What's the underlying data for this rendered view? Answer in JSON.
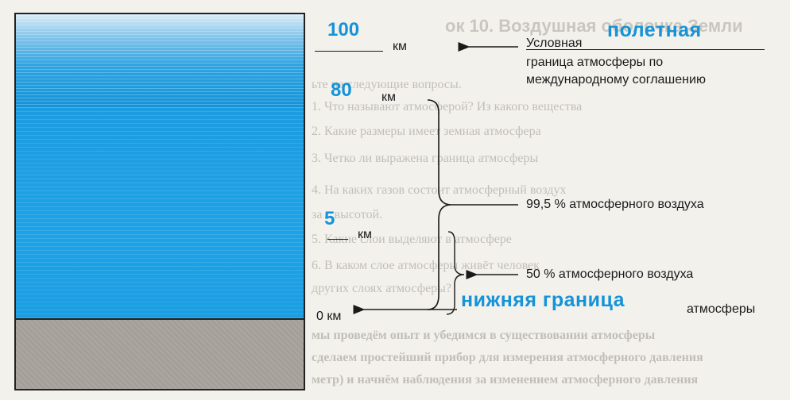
{
  "background_page": {
    "title": "ок 10. Воздушная оболочка Земли",
    "lines": [
      "ьте на следующие вопросы.",
      "1. Что называют атмосферой? Из какого вещества",
      "2. Какие размеры имеет земная атмосфера",
      "3. Четко ли выражена граница атмосферы",
      "4. На каких газов состоит атмосферный воздух",
      "за с высотой.",
      "5. Какие слои выделяют в атмосфере",
      "6. В каком слое атмосферы живёт человек",
      "других слоях атмосферы?",
      "мы проведём опыт и убедимся в существовании атмосферы",
      "сделаем простейший прибор для измерения атмосферного давления",
      "метр) и начнём наблюдения за изменением атмосферного давления"
    ]
  },
  "diagram": {
    "top_altitude": {
      "value": "100",
      "unit": "км"
    },
    "upper_limit": {
      "title": "полетная",
      "note_lines": [
        "Условная",
        "граница атмосферы по",
        "международному соглашению"
      ]
    },
    "altitude_80": {
      "value": "80",
      "unit": "км"
    },
    "altitude_5": {
      "value": "5",
      "unit": "км"
    },
    "share_99": "99,5 % атмосферного воздуха",
    "share_50": "50 % атмосферного воздуха",
    "ground_level": {
      "value": "0 км"
    },
    "lower_limit": {
      "title": "нижняя граница",
      "suffix": "атмосферы"
    }
  },
  "colors": {
    "sky": "#1593d8",
    "ground": "#aaa59f",
    "page": "#f3f1ec"
  }
}
